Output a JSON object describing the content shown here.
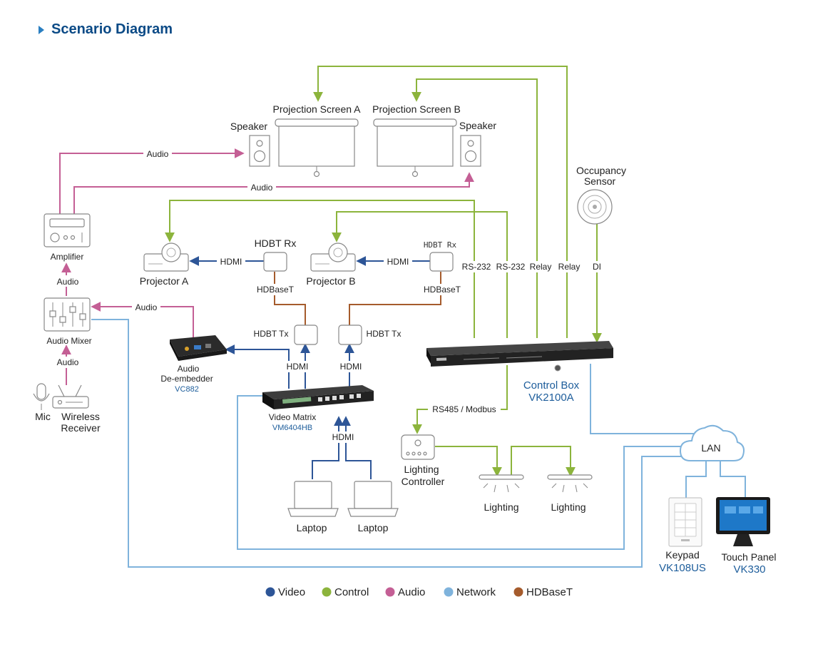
{
  "heading": "Scenario Diagram",
  "colors": {
    "video": "#2d5597",
    "control": "#8cb43c",
    "audio": "#c45f95",
    "network": "#7fb3dc",
    "hdbaset": "#a55b2c",
    "title": "#0b4a86",
    "model": "#1d5d9b"
  },
  "devices": {
    "projection_screen_a": "Projection Screen A",
    "projection_screen_b": "Projection Screen B",
    "speaker_left": "Speaker",
    "speaker_right": "Speaker",
    "occupancy_sensor_line1": "Occupancy",
    "occupancy_sensor_line2": "Sensor",
    "amplifier": "Amplifier",
    "audio_mixer": "Audio Mixer",
    "mic": "Mic",
    "wireless_receiver_line1": "Wireless",
    "wireless_receiver_line2": "Receiver",
    "projector_a": "Projector A",
    "projector_b": "Projector B",
    "hdbt_rx_a": "HDBT Rx",
    "hdbt_rx_b": "HDBT Rx",
    "hdbt_tx_a": "HDBT Tx",
    "hdbt_tx_b": "HDBT Tx",
    "audio_deembedder_line1": "Audio",
    "audio_deembedder_line2": "De-embedder",
    "audio_deembedder_model": "VC882",
    "video_matrix": "Video Matrix",
    "video_matrix_model": "VM6404HB",
    "laptop_1": "Laptop",
    "laptop_2": "Laptop",
    "control_box": "Control Box",
    "control_box_model": "VK2100A",
    "lighting_controller_line1": "Lighting",
    "lighting_controller_line2": "Controller",
    "lighting_1": "Lighting",
    "lighting_2": "Lighting",
    "lan": "LAN",
    "keypad": "Keypad",
    "keypad_model": "VK108US",
    "touch_panel": "Touch Panel",
    "touch_panel_model": "VK330"
  },
  "connections": {
    "audio_top": "Audio",
    "audio_mid": "Audio",
    "audio_amp": "Audio",
    "audio_mixer_in": "Audio",
    "audio_wireless": "Audio",
    "hdmi_proj_a": "HDMI",
    "hdmi_proj_b": "HDMI",
    "hdbaset_a": "HDBaseT",
    "hdbaset_b": "HDBaseT",
    "hdmi_tx_a": "HDMI",
    "hdmi_tx_b": "HDMI",
    "hdmi_laptops": "HDMI",
    "rs232_1": "RS-232",
    "rs232_2": "RS-232",
    "relay_1": "Relay",
    "relay_2": "Relay",
    "di": "DI",
    "rs485": "RS485 / Modbus"
  },
  "legend": [
    {
      "label": "Video",
      "color": "#2d5597"
    },
    {
      "label": "Control",
      "color": "#8cb43c"
    },
    {
      "label": "Audio",
      "color": "#c45f95"
    },
    {
      "label": "Network",
      "color": "#7fb3dc"
    },
    {
      "label": "HDBaseT",
      "color": "#a55b2c"
    }
  ]
}
